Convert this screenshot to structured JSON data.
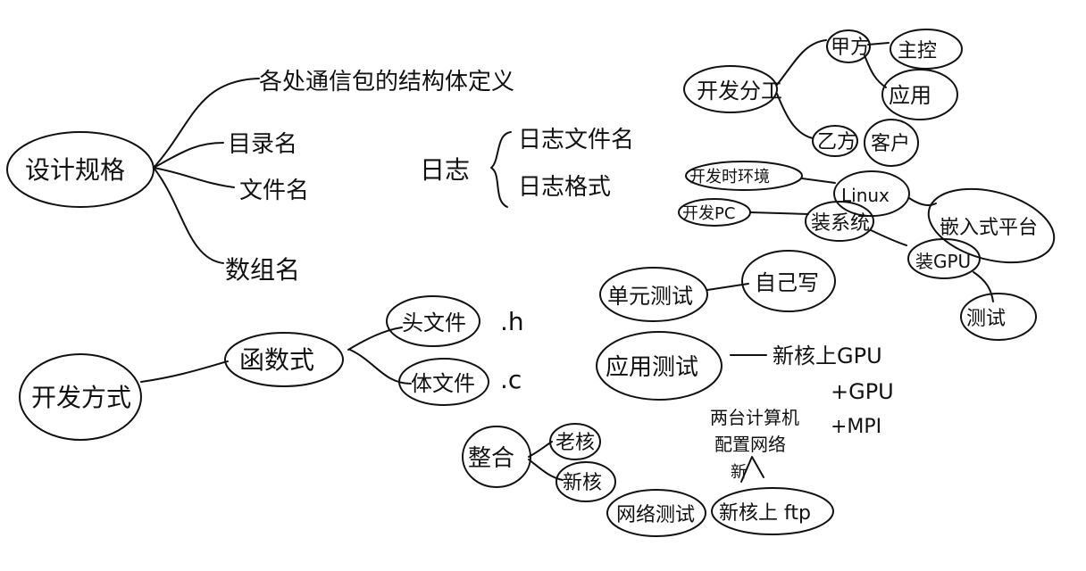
{
  "design": {
    "root": "设计规格",
    "items": [
      "各处通信包的结构体定义",
      "目录名",
      "文件名",
      "数组名"
    ],
    "log": {
      "label": "日志",
      "items": [
        "日志文件名",
        "日志格式"
      ]
    }
  },
  "dev": {
    "root": "开发方式",
    "func": "函数式",
    "files": [
      {
        "name": "头文件",
        "ext": ".h"
      },
      {
        "name": "体文件",
        "ext": ".c"
      }
    ],
    "merge": "整合",
    "merge_items": [
      "老核",
      "新核"
    ]
  },
  "division": {
    "root": "开发分工",
    "partner": "甲方",
    "partner_items": [
      "主控",
      "应用"
    ],
    "self": "乙方",
    "self_item": "客户"
  },
  "platform": {
    "dev_env": "开发时环境",
    "linux": "Linux",
    "target": "嵌入式平台",
    "hw_pc": "开发PC",
    "deploy": "装系统",
    "gpu": "装GPU",
    "test": "测试"
  },
  "testing": {
    "unit": "单元测试",
    "unit_by": "自己写",
    "app": "应用测试",
    "app_items": [
      "新核上GPU",
      "+GPU",
      "+MPI"
    ],
    "cluster": [
      "两台计算机",
      "配置网络"
    ],
    "new": "新",
    "net": "网络测试",
    "net_by": "新核上 ftp"
  }
}
